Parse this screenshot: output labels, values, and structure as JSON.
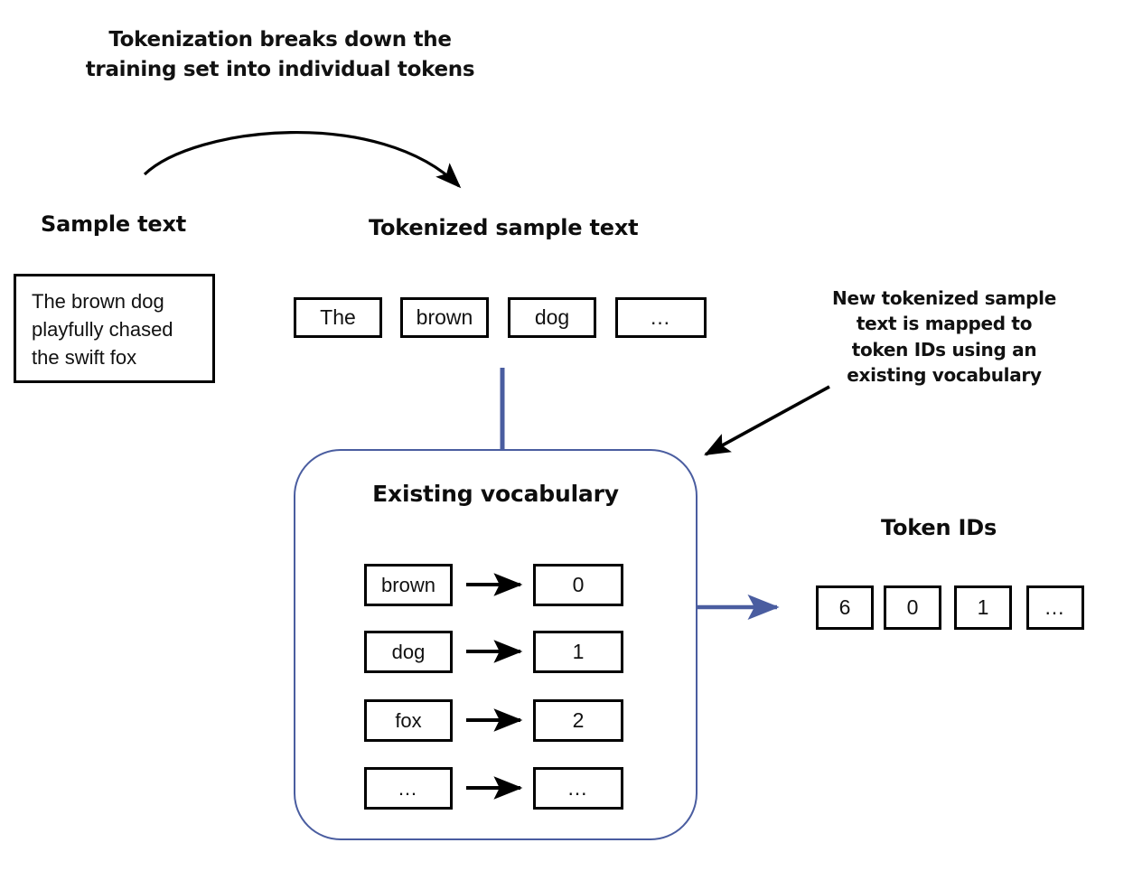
{
  "annotations": {
    "top": "Tokenization breaks down the\ntraining set into individual tokens",
    "right": "New tokenized sample\ntext is mapped to\ntoken IDs using an\nexisting vocabulary"
  },
  "labels": {
    "sample_text": "Sample text",
    "tokenized_sample_text": "Tokenized sample text",
    "existing_vocabulary": "Existing vocabulary",
    "token_ids": "Token IDs"
  },
  "sample_text": {
    "content": "The brown dog\nplayfully chased\nthe swift fox"
  },
  "tokenized_tokens": [
    {
      "label": "The"
    },
    {
      "label": "brown"
    },
    {
      "label": "dog"
    },
    {
      "label": "…"
    }
  ],
  "vocabulary": {
    "entries": [
      {
        "token": "brown",
        "id": "0"
      },
      {
        "token": "dog",
        "id": "1"
      },
      {
        "token": "fox",
        "id": "2"
      },
      {
        "token": "…",
        "id": "…"
      }
    ]
  },
  "token_ids": [
    {
      "value": "6"
    },
    {
      "value": "0"
    },
    {
      "value": "1"
    },
    {
      "value": "…"
    }
  ],
  "colors": {
    "accent_blue": "#4a5da0",
    "connector_blue": "#4a5da0",
    "ink": "#111111",
    "background": "#ffffff"
  },
  "icons": {
    "curved_arrow": "curved-arrow-icon",
    "diagonal_arrow": "diagonal-arrow-icon",
    "map_arrow": "right-arrow-icon",
    "output_arrow": "blue-right-arrow-icon",
    "connector": "blue-connector-line"
  }
}
